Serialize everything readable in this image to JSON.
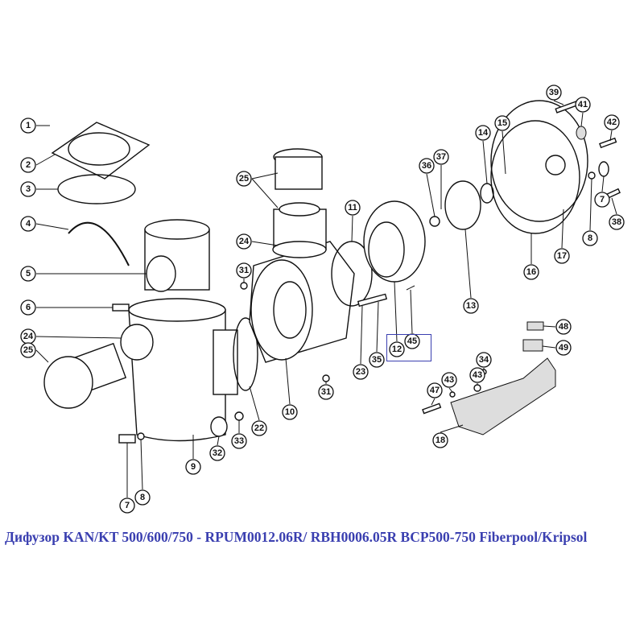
{
  "caption": "Дифузор KAN/KT 500/600/750 - RPUM0012.06R/ RBH0006.05R BCP500-750 Fiberpool/Kripsol",
  "highlight_color": "#3a3fb0",
  "callouts": [
    "1",
    "2",
    "3",
    "4",
    "5",
    "6",
    "24",
    "25",
    "7",
    "8",
    "9",
    "32",
    "33",
    "22",
    "10",
    "31",
    "31",
    "24",
    "25",
    "11",
    "23",
    "35",
    "12",
    "45",
    "36",
    "37",
    "14",
    "15",
    "39",
    "41",
    "42",
    "7",
    "8",
    "38",
    "17",
    "16",
    "13",
    "48",
    "49",
    "34",
    "43",
    "43",
    "47",
    "18"
  ]
}
